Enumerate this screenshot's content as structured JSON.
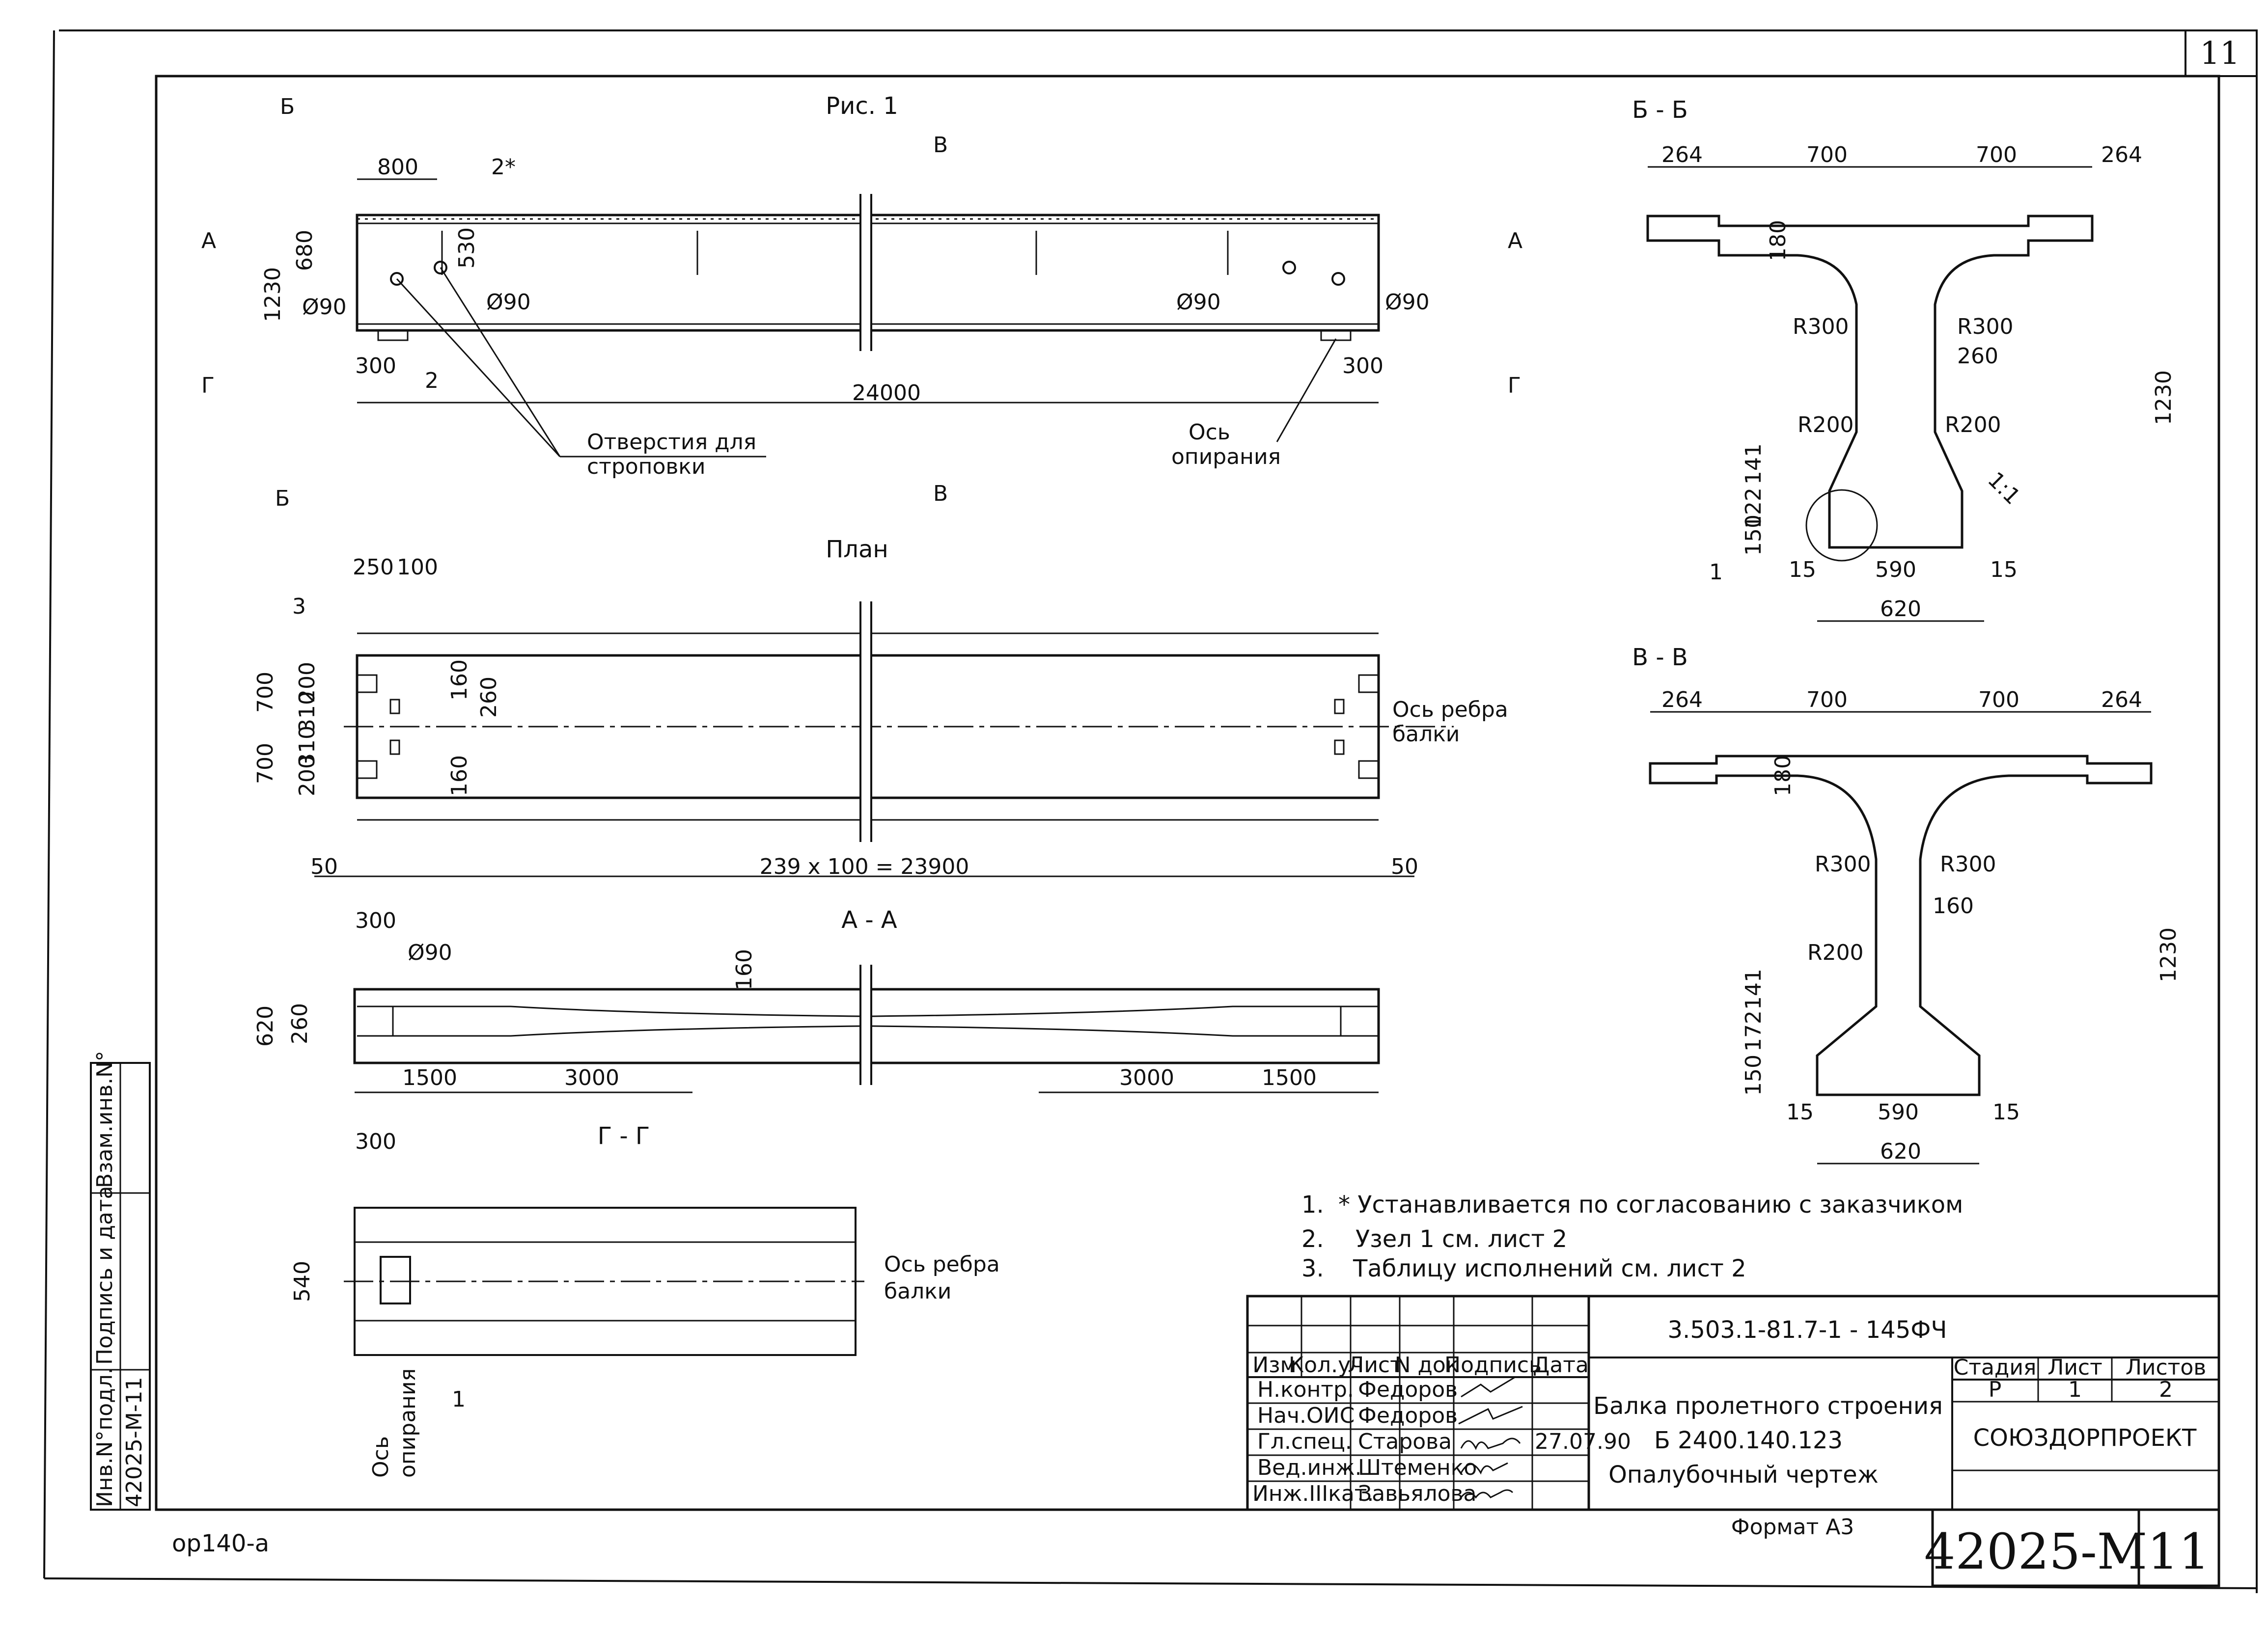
{
  "sheet": {
    "corner_number": "11",
    "bottom_code": "ор140-а",
    "format_label": "Формат А3"
  },
  "views": {
    "fig1": {
      "title": "Рис. 1",
      "section_b": "Б",
      "section_v": "В",
      "section_a": "А",
      "section_g": "Г",
      "dim_800": "800",
      "dim_680": "680",
      "dim_1230": "1230",
      "dim_530": "530",
      "dim_300_left": "300",
      "dim_300_right": "300",
      "dim_24000": "24000",
      "phi90_1": "Ø90",
      "phi90_2": "Ø90",
      "phi90_3": "Ø90",
      "phi90_4": "Ø90",
      "callout_2star": "2*",
      "callout_2": "2",
      "note_holes_line1": "Отверстия для",
      "note_holes_line2": "строповки",
      "note_axis_line1": "Ось",
      "note_axis_line2": "опирания"
    },
    "plan": {
      "title": "План",
      "dim_250": "250",
      "dim_100": "100",
      "callout_3": "3",
      "dim_700_top": "700",
      "dim_700_bottom": "700",
      "dim_200_top": "200",
      "dim_310_top": "310",
      "dim_310_bottom": "310",
      "dim_200_bottom": "200",
      "dim_160_top": "160",
      "dim_260": "260",
      "dim_160_bottom": "160",
      "axis_label_1": "Ось ребра",
      "axis_label_2": "балки",
      "dim_50_left": "50",
      "dim_50_right": "50",
      "dim_total": "239 x 100 = 23900"
    },
    "section_aa": {
      "title": "А - А",
      "dim_300": "300",
      "phi90": "Ø90",
      "dim_620": "620",
      "dim_260": "260",
      "dim_160": "160",
      "dim_1500_left": "1500",
      "dim_3000_left": "3000",
      "dim_3000_right": "3000",
      "dim_1500_right": "1500"
    },
    "section_gg": {
      "title": "Г - Г",
      "dim_300": "300",
      "dim_540": "540",
      "callout_1": "1",
      "axis_label_1": "Ось ребра",
      "axis_label_2": "балки",
      "support_axis_1": "Ось",
      "support_axis_2": "опирания"
    },
    "section_bb": {
      "title": "Б - Б",
      "dim_264_left": "264",
      "dim_700_left": "700",
      "dim_700_right": "700",
      "dim_264_right": "264",
      "dim_180": "180",
      "r300_left": "R300",
      "r300_right": "R300",
      "dim_260": "260",
      "r200_left": "R200",
      "r200_right": "R200",
      "slope": "1:1",
      "dim_141": "141",
      "dim_122": "122",
      "dim_150": "150",
      "dim_1230": "1230",
      "callout_1": "1",
      "dim_15_left": "15",
      "dim_590": "590",
      "dim_15_right": "15",
      "dim_620": "620"
    },
    "section_vv": {
      "title": "В - В",
      "dim_264_left": "264",
      "dim_700_left": "700",
      "dim_700_right": "700",
      "dim_264_right": "264",
      "dim_180": "180",
      "r300_left": "R300",
      "r300_right": "R300",
      "dim_160": "160",
      "r200_left": "R200",
      "dim_141": "141",
      "dim_172": "172",
      "dim_150": "150",
      "dim_1230": "1230",
      "dim_15_left": "15",
      "dim_590": "590",
      "dim_15_right": "15",
      "dim_620": "620"
    }
  },
  "notes": [
    {
      "num": "1.",
      "text": "* Устанавливается по согласованию с заказчиком"
    },
    {
      "num": "2.",
      "text": "Узел 1 см.  лист 2"
    },
    {
      "num": "3.",
      "text": "Таблицу исполнений см. лист 2"
    }
  ],
  "title_block": {
    "doc_code": "3.503.1-81.7-1 - 145ФЧ",
    "header_cols": [
      "Изм",
      "Кол.уч",
      "Лист",
      "N док",
      "Подпись",
      "Дата"
    ],
    "rows": [
      {
        "role": "Н.контр.",
        "name": "Федоров",
        "date": ""
      },
      {
        "role": "Нач.ОИС",
        "name": "Федоров",
        "date": ""
      },
      {
        "role": "Гл.спец.",
        "name": "Старова",
        "date": "27.07.90"
      },
      {
        "role": "Вед.инж.",
        "name": "Штеменко",
        "date": ""
      },
      {
        "role": "Инж.IIIкат.",
        "name": "Завьялова",
        "date": ""
      }
    ],
    "title_line1": "Балка пролетного строения",
    "title_line2": "Б 2400.140.123",
    "title_line3": "Опалубочный чертеж",
    "stage_header": "Стадия",
    "sheet_header": "Лист",
    "sheets_header": "Листов",
    "stage_value": "Р",
    "sheet_value": "1",
    "sheets_value": "2",
    "organization": "СОЮЗДОРПРОЕКТ",
    "big_code": "42025-М",
    "big_sheet": "11"
  },
  "side_stamp": {
    "inv_label": "Инв.N°подл.",
    "inv_value": "42025-М-11",
    "sign_label": "Подпись и дата",
    "vzam_label": "Взам.инв.N°"
  }
}
